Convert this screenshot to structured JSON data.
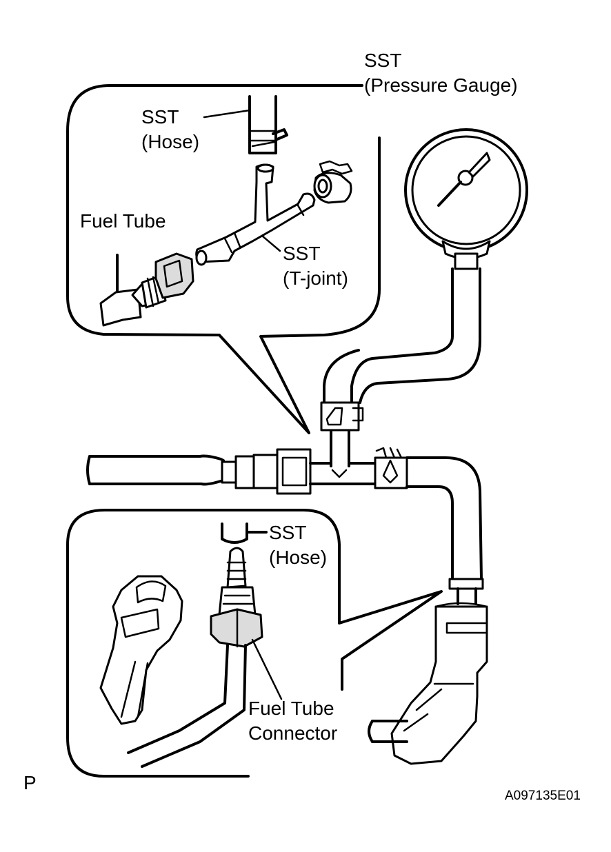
{
  "labels": {
    "sst_gauge_line1": "SST",
    "sst_gauge_line2": "(Pressure Gauge)",
    "sst_hose_top_line1": "SST",
    "sst_hose_top_line2": "(Hose)",
    "fuel_tube": "Fuel Tube",
    "sst_tjoint_line1": "SST",
    "sst_tjoint_line2": "(T-joint)",
    "sst_hose_bottom_line1": "SST",
    "sst_hose_bottom_line2": "(Hose)",
    "fuel_tube_connector_line1": "Fuel Tube",
    "fuel_tube_connector_line2": "Connector",
    "page_marker": "P",
    "figure_code": "A097135E01"
  }
}
